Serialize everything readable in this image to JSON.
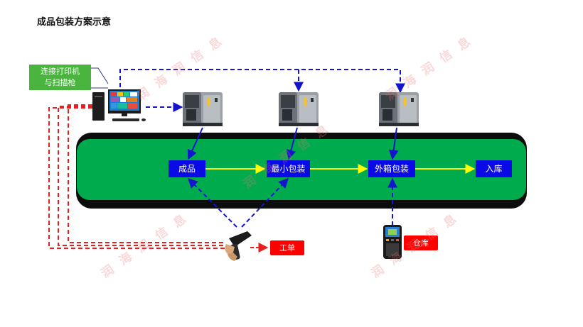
{
  "title": "成品包装方案示意",
  "note": {
    "line1": "连接打印机",
    "line2": "与扫描枪"
  },
  "processes": {
    "finished": "成品",
    "min_pack": "最小包装",
    "outer_pack": "外箱包装",
    "warehousing": "入库"
  },
  "tags": {
    "work_order": "工单",
    "warehouse": "仓库"
  },
  "watermark": "润 海 润 信 息",
  "colors": {
    "belt": "#00ab4e",
    "process_box": "#0a0ae6",
    "tag": "#ff0000",
    "note": "#49b53f",
    "flow_arrow": "#ffff00",
    "link_blue": "#1414cc",
    "link_red": "#e52020"
  },
  "icons": [
    "computer-icon",
    "label-printer-icon",
    "barcode-scanner-icon",
    "handheld-terminal-icon"
  ]
}
